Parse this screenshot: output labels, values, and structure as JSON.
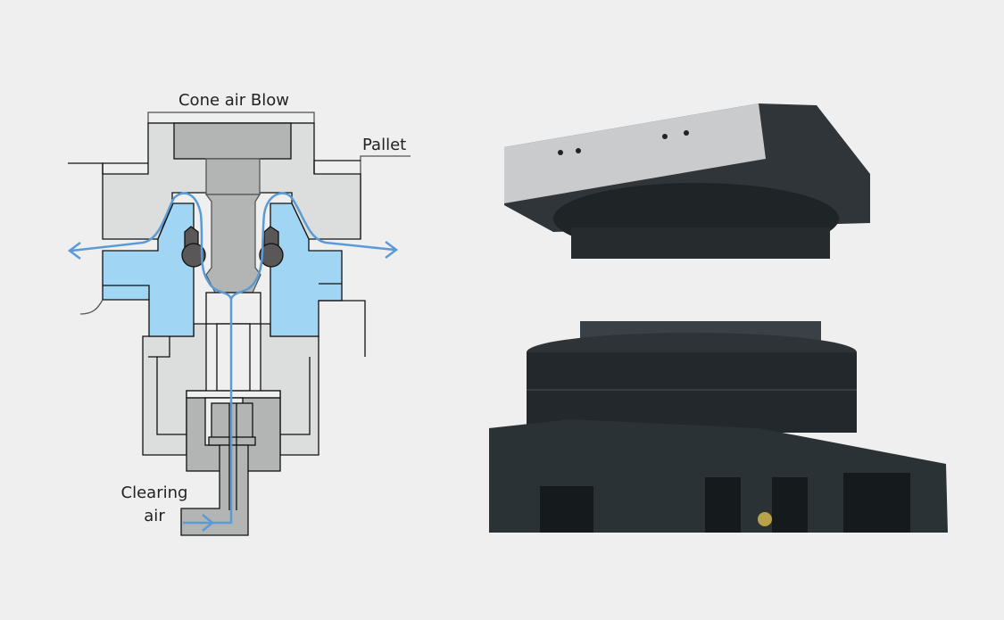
{
  "diagram": {
    "labels": {
      "cone_air_blow": "Cone air Blow",
      "pallet": "Pallet",
      "clearing": "Clearing",
      "air": "air"
    },
    "colors": {
      "background": "#efefef",
      "light_body": "#dcdddd",
      "dark_part": "#b3b4b4",
      "blue_fill": "#a0d6f3",
      "air_flow": "#5b9bd5",
      "seal": "#595757"
    }
  },
  "photo": {
    "subject": "pallet-clamp-photo"
  }
}
